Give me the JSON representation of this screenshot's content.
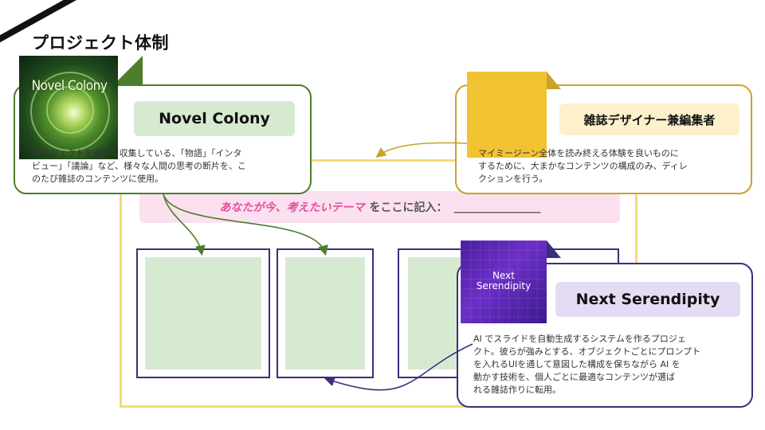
{
  "page_title": "プロジェクト体制",
  "theme_prompt": {
    "highlight": "あなたが今、考えたいテーマ",
    "rest": "をここに記入：",
    "blank": "__________________"
  },
  "cards": {
    "novel_colony": {
      "image_text": "Novel Colony",
      "title": "Novel Colony",
      "desc_lines": [
        "プロジェクトを通して収集している、「物語」「インタ",
        "ビュー」「議論」など、様々な人間の思考の断片を、こ",
        "のたび雑誌のコンテンツに使用。"
      ]
    },
    "editor": {
      "title": "雑誌デザイナー兼編集者",
      "desc_lines": [
        "マイミージーン全体を読み終える体験を良いものに",
        "するために、大まかなコンテンツの構成のみ、ディレ",
        "クションを行う。"
      ]
    },
    "next_serendipity": {
      "image_text_1": "Next",
      "image_text_2": "Serendipity",
      "title": "Next Serendipity",
      "desc_lines": [
        "AI でスライドを自動生成するシステムを作るプロジェ",
        "クト。彼らが強みとする、オブジェクトごとにプロンプト",
        "を入れるUIを通して意図した構成を保ちながら AI を",
        "動かす技術を、個人ごとに最適なコンテンツが選ば",
        "れる雑誌作りに転用。"
      ]
    }
  },
  "colors": {
    "green": "#4d7d2d",
    "green_fill": "#d6ead1",
    "yellow": "#c9a227",
    "yellow_fill": "#f1c232",
    "yellow_title_fill": "#fdf1cc",
    "purple": "#3b2f7a",
    "purple_title_fill": "#e4dcf3",
    "pink_strip": "#fbe1ef",
    "pink_text": "#e84c9c"
  }
}
